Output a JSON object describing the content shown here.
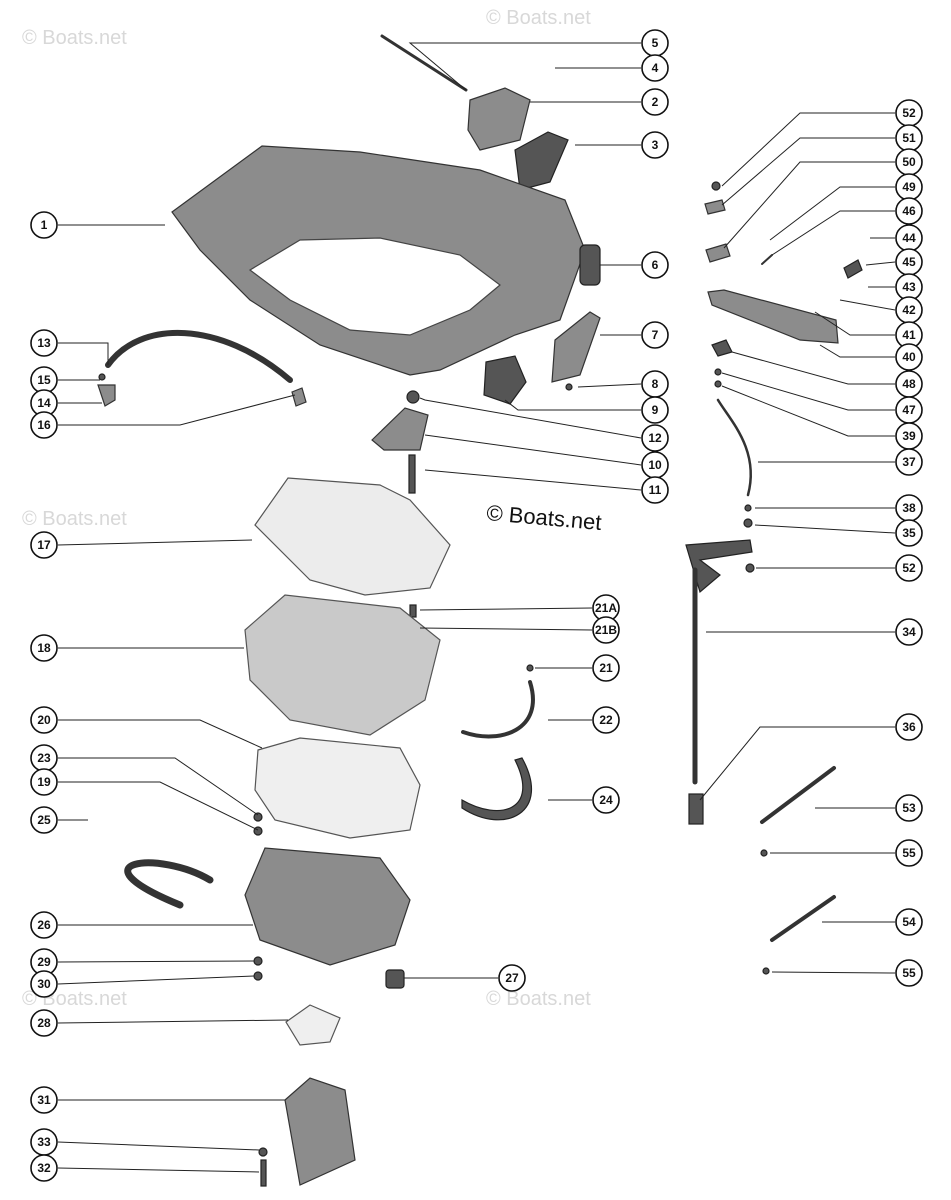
{
  "copyright": "© Boats.net",
  "watermark": "© Boats.net",
  "callouts": [
    {
      "label": "5"
    },
    {
      "label": "4"
    },
    {
      "label": "2"
    },
    {
      "label": "3"
    },
    {
      "label": "1"
    },
    {
      "label": "6"
    },
    {
      "label": "7"
    },
    {
      "label": "13"
    },
    {
      "label": "15"
    },
    {
      "label": "14"
    },
    {
      "label": "8"
    },
    {
      "label": "9"
    },
    {
      "label": "16"
    },
    {
      "label": "12"
    },
    {
      "label": "10"
    },
    {
      "label": "11"
    },
    {
      "label": "17"
    },
    {
      "label": "21A"
    },
    {
      "label": "21B"
    },
    {
      "label": "18"
    },
    {
      "label": "21"
    },
    {
      "label": "22"
    },
    {
      "label": "20"
    },
    {
      "label": "24"
    },
    {
      "label": "23"
    },
    {
      "label": "19"
    },
    {
      "label": "25"
    },
    {
      "label": "26"
    },
    {
      "label": "29"
    },
    {
      "label": "30"
    },
    {
      "label": "27"
    },
    {
      "label": "28"
    },
    {
      "label": "31"
    },
    {
      "label": "33"
    },
    {
      "label": "32"
    },
    {
      "label": "52"
    },
    {
      "label": "51"
    },
    {
      "label": "50"
    },
    {
      "label": "49"
    },
    {
      "label": "46"
    },
    {
      "label": "44"
    },
    {
      "label": "45"
    },
    {
      "label": "43"
    },
    {
      "label": "42"
    },
    {
      "label": "41"
    },
    {
      "label": "40"
    },
    {
      "label": "48"
    },
    {
      "label": "47"
    },
    {
      "label": "39"
    },
    {
      "label": "37"
    },
    {
      "label": "38"
    },
    {
      "label": "35"
    },
    {
      "label": "52"
    },
    {
      "label": "34"
    },
    {
      "label": "36"
    },
    {
      "label": "53"
    },
    {
      "label": "55"
    },
    {
      "label": "54"
    },
    {
      "label": "55"
    }
  ]
}
